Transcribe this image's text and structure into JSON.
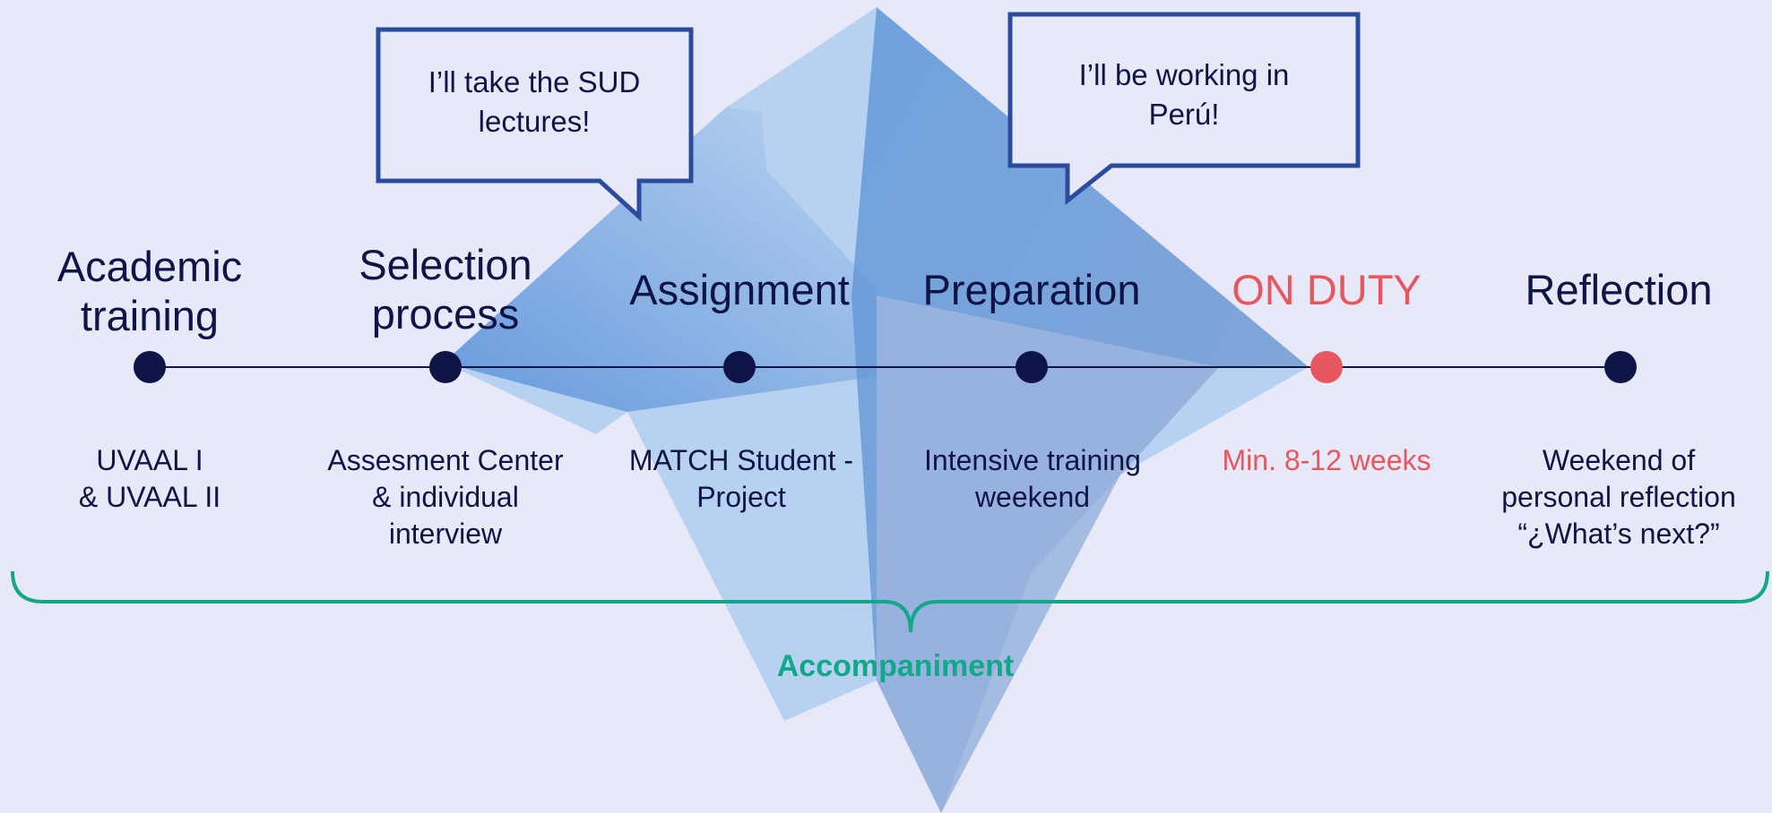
{
  "bubbles": [
    {
      "text": "I’ll take the SUD lectures!"
    },
    {
      "text": "I’ll be working in Perú!"
    }
  ],
  "stages": [
    {
      "title_lines": [
        "Academic",
        "training"
      ],
      "desc_lines": [
        "UVAAL I",
        "& UVAAL II"
      ]
    },
    {
      "title_lines": [
        "Selection",
        "process"
      ],
      "desc_lines": [
        "Assesment Center",
        "& individual",
        "interview"
      ]
    },
    {
      "title_lines": [
        "Assignment"
      ],
      "desc_lines": [
        "MATCH Student -",
        "Project"
      ]
    },
    {
      "title_lines": [
        "Preparation"
      ],
      "desc_lines": [
        "Intensive training",
        "weekend"
      ]
    },
    {
      "title_lines": [
        "ON DUTY"
      ],
      "desc_lines": [
        "Min. 8-12 weeks"
      ],
      "highlight": true
    },
    {
      "title_lines": [
        "Reflection"
      ],
      "desc_lines": [
        "Weekend of",
        "personal reflection",
        "“¿What’s next?”"
      ]
    }
  ],
  "brace_label": "Accompaniment",
  "colors": {
    "background": "#E7E8F8",
    "text": "#0F1446",
    "highlight": "#E8575E",
    "brace": "#10A889",
    "bubble_border": "#2B4C9E",
    "dot": "#0F1446"
  }
}
